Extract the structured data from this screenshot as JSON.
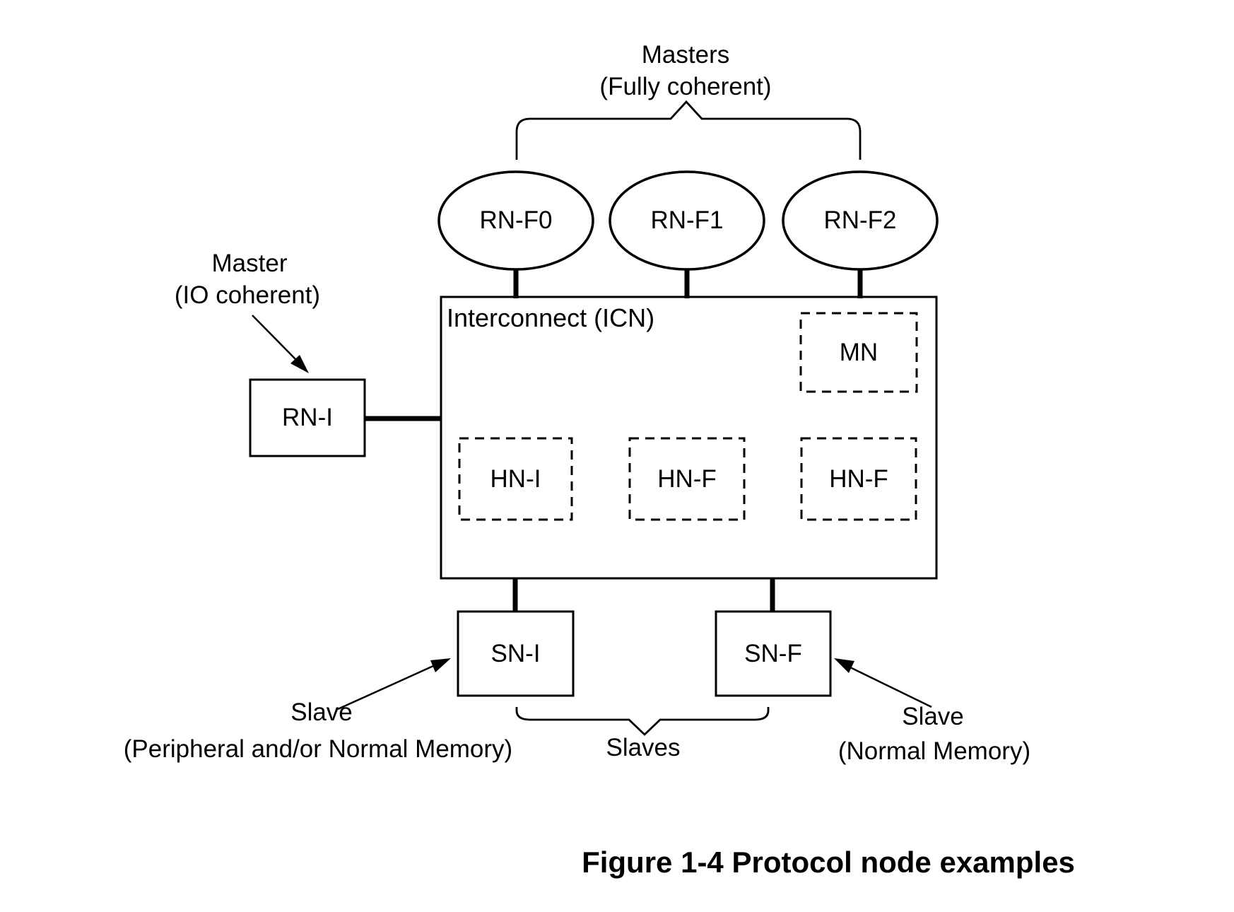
{
  "figure": {
    "caption": "Figure 1-4 Protocol node examples",
    "masters_group": {
      "line1": "Masters",
      "line2": "(Fully coherent)",
      "nodes": [
        "RN-F0",
        "RN-F1",
        "RN-F2"
      ]
    },
    "io_master": {
      "line1": "Master",
      "line2": "(IO coherent)",
      "node": "RN-I"
    },
    "interconnect": {
      "title": "Interconnect (ICN)",
      "mn": "MN",
      "hn_i": "HN-I",
      "hn_f1": "HN-F",
      "hn_f2": "HN-F"
    },
    "slaves_group": {
      "sn_i": "SN-I",
      "sn_f": "SN-F",
      "group_label": "Slaves",
      "left_line1": "Slave",
      "left_line2": "(Peripheral and/or Normal Memory)",
      "right_line1": "Slave",
      "right_line2": "(Normal Memory)"
    },
    "colors": {
      "ink": "#000000",
      "background": "#ffffff"
    }
  }
}
